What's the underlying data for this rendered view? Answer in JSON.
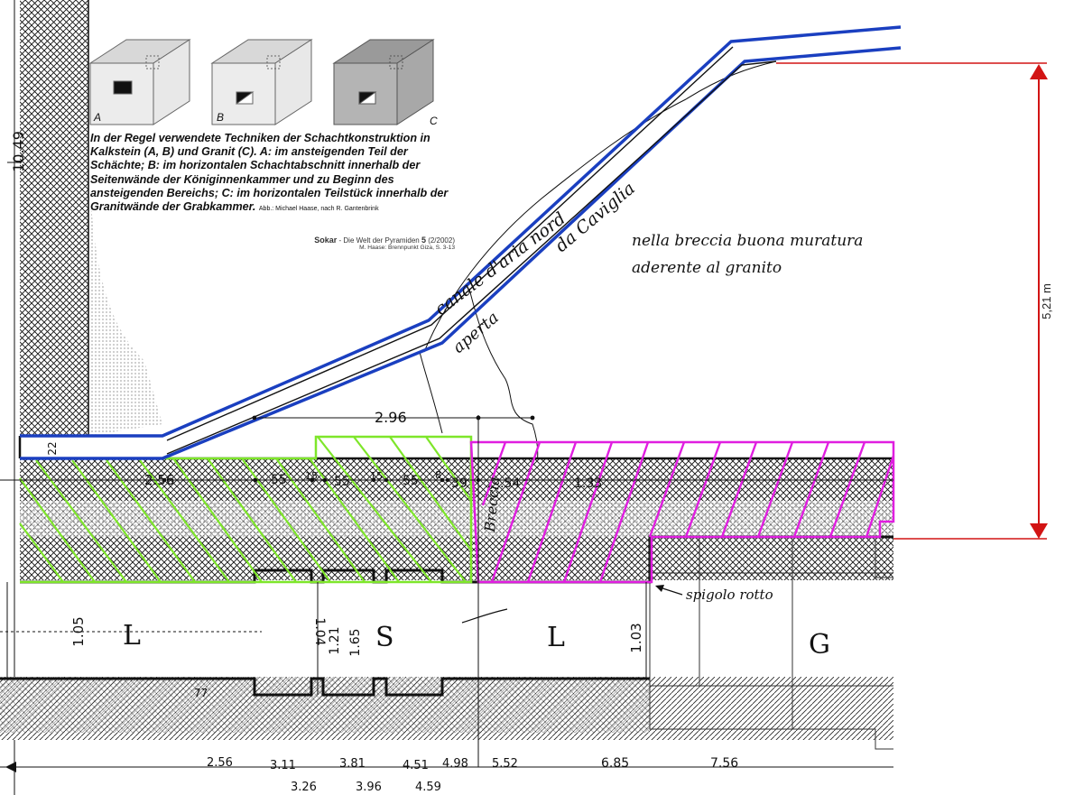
{
  "figure_labels": [
    "A",
    "B",
    "C"
  ],
  "caption": {
    "text": "In der Regel verwendete Techniken der Schachtkonstruktion in Kalkstein (A, B) und Granit (C). A: im ansteigenden Teil der Schächte; B: im horizontalen Schachtabschnitt innerhalb der Seitenwände der Königinnenkammer und zu Beginn des ansteigenden Bereichs; C: im horizontalen Teilstück innerhalb der Granitwände der Grabkammer.",
    "credit": "Abb.: Michael Haase, nach R. Gantenbrink"
  },
  "source": {
    "title": "Sokar",
    "subtitle": " - Die Welt der Pyramiden ",
    "issue": "5",
    "date": " (2/2002)",
    "reference": "M. Haase: Brennpunkt Giza, S. 3-13"
  },
  "annotations": {
    "canale": "canale d'aria nord",
    "aperta": "aperta",
    "caviglia": "da Caviglia",
    "note_line1": "nella breccia buona muratura",
    "note_line2": "aderente al granito",
    "spigolo": "spigolo rotto",
    "breccia": "Breccia"
  },
  "dimensions": {
    "height_label": "5,21 m",
    "left_vertical": "10.49",
    "shaft_height": "22",
    "span_top": "2.96",
    "upper_row": [
      "2.56",
      "55",
      "15",
      "55",
      "15",
      "55",
      "8",
      "39",
      ".54",
      "1.33"
    ],
    "mid_left": "1.05",
    "mid_104": "1.04",
    "mid_121": "1.21",
    "mid_165": "1.65",
    "mid_103": "1.03",
    "mid_77": "77",
    "bottom_row": [
      "2.56",
      "3.11",
      "3.81",
      "4.51",
      "4.98",
      "5.52",
      "6.85",
      "7.56"
    ],
    "bottom_row2": [
      "3.26",
      "3.96",
      "4.59"
    ]
  },
  "rooms": {
    "left": "L",
    "middle": "S",
    "right": "L",
    "granite": "G"
  },
  "colors": {
    "shaft": "#1a3fc0",
    "limestone_hatch": "#7ee62a",
    "granite_hatch": "#e01ee0",
    "dimension": "#d21414"
  }
}
